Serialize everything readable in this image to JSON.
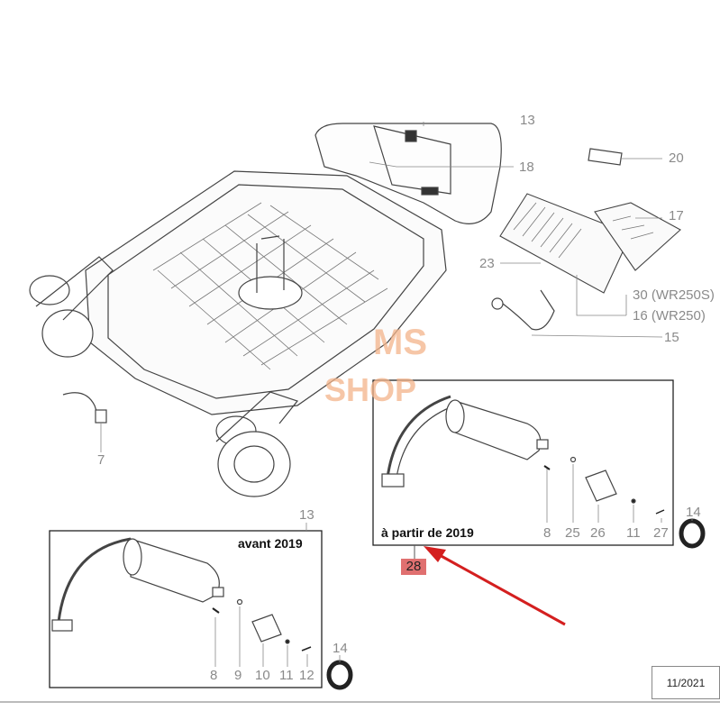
{
  "watermark": {
    "line1": "MS",
    "line2": "SHOP"
  },
  "callouts": {
    "c13_top": "13",
    "c18": "18",
    "c20": "20",
    "c17": "17",
    "c23": "23",
    "c30": "30 (WR250S)",
    "c16": "16 (WR250)",
    "c15": "15",
    "c7": "7",
    "c14_right": "14",
    "c13_box": "13",
    "c14_bottom": "14",
    "c28": "28"
  },
  "box_new": {
    "title": "à partir de 2019",
    "parts": [
      "8",
      "25",
      "26",
      "11",
      "27"
    ]
  },
  "box_old": {
    "title": "avant 2019",
    "parts": [
      "8",
      "9",
      "10",
      "11",
      "12"
    ]
  },
  "footer": {
    "date": "11/2021"
  },
  "colors": {
    "arrow": "#d41f1f",
    "highlight": "#e07070",
    "line": "#4a4a4a",
    "watermark": "#f3b48a"
  }
}
